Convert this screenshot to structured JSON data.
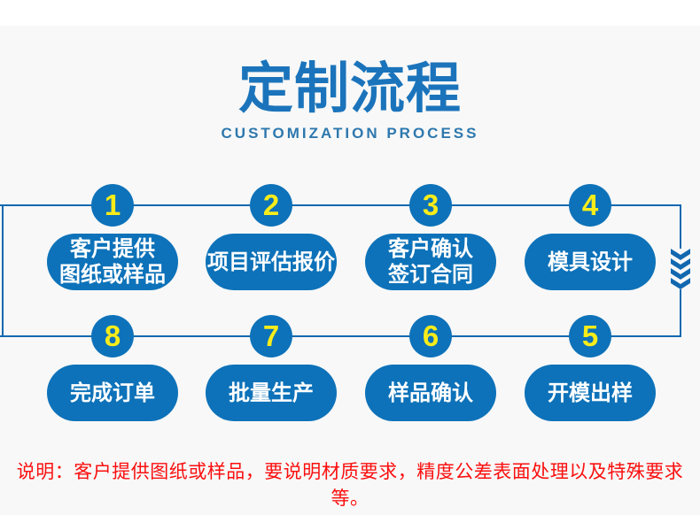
{
  "header": {
    "title": "定制流程",
    "subtitle": "CUSTOMIZATION PROCESS"
  },
  "steps": [
    {
      "num": "1",
      "label": "客户提供\n图纸或样品"
    },
    {
      "num": "2",
      "label": "项目评估报价"
    },
    {
      "num": "3",
      "label": "客户确认\n签订合同"
    },
    {
      "num": "4",
      "label": "模具设计"
    },
    {
      "num": "5",
      "label": "开模出样"
    },
    {
      "num": "6",
      "label": "样品确认"
    },
    {
      "num": "7",
      "label": "批量生产"
    },
    {
      "num": "8",
      "label": "完成订单"
    }
  ],
  "note": "说明：客户提供图纸或样品，要说明材质要求，精度公差表面处理以及特殊要求等。",
  "colors": {
    "primary_blue": "#0d72b9",
    "line_blue": "#1268b0",
    "title_blue": "#1b74bb",
    "subtitle_blue": "#2e78ae",
    "number_yellow": "#f8ec1a",
    "note_red": "#fb0f0f",
    "background": "#f8f8f8"
  }
}
